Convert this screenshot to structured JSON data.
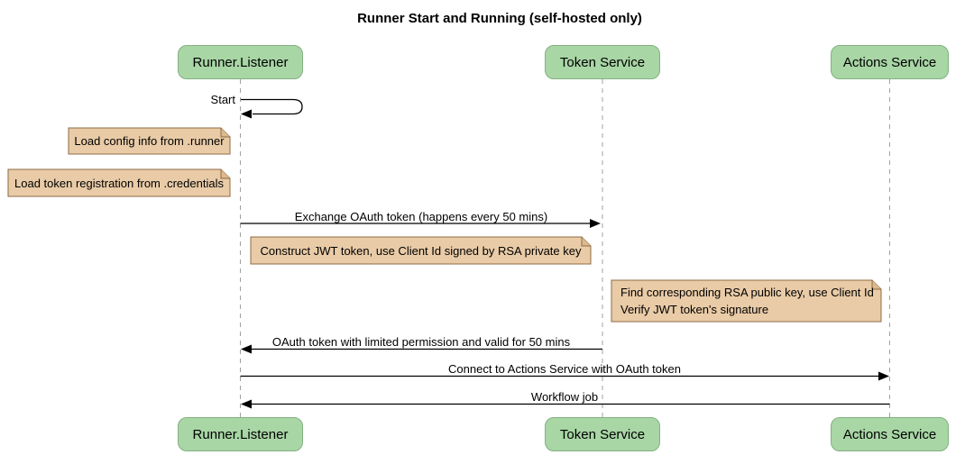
{
  "diagram": {
    "title": "Runner Start and Running (self-hosted only)",
    "type": "sequence-diagram",
    "participants": [
      {
        "name": "Runner.Listener"
      },
      {
        "name": "Token Service"
      },
      {
        "name": "Actions Service"
      }
    ],
    "messages": [
      {
        "from": "Runner.Listener",
        "to": "Runner.Listener",
        "kind": "self",
        "label": "Start"
      },
      {
        "from": "Runner.Listener",
        "to": "Token Service",
        "kind": "arrow-right",
        "label": "Exchange OAuth token (happens every 50 mins)"
      },
      {
        "from": "Token Service",
        "to": "Runner.Listener",
        "kind": "arrow-left",
        "label": "OAuth token with limited permission and valid for 50 mins"
      },
      {
        "from": "Runner.Listener",
        "to": "Actions Service",
        "kind": "arrow-right",
        "label": "Connect to Actions Service with OAuth token"
      },
      {
        "from": "Actions Service",
        "to": "Runner.Listener",
        "kind": "arrow-left",
        "label": "Workflow job"
      }
    ],
    "notes": [
      {
        "position": "left of Runner.Listener",
        "text": "Load config info from .runner"
      },
      {
        "position": "left of Runner.Listener",
        "text": "Load token registration from .credentials"
      },
      {
        "position": "over Runner.Listener, Token Service",
        "text": "Construct JWT token, use Client Id signed by RSA private key"
      },
      {
        "position": "over Token Service, Actions Service",
        "lines": [
          "Find corresponding RSA public key, use Client Id",
          "Verify JWT token's signature"
        ]
      }
    ],
    "colors": {
      "background": "#FFFFFF",
      "participant_fill": "#A8D6A5",
      "participant_border": "#84B183",
      "note_fill": "#E9CBA7",
      "note_border": "#8E6B43",
      "note_flap": "#DCB98E",
      "lifeline": "#A0A0A0",
      "text": "#000000"
    }
  }
}
